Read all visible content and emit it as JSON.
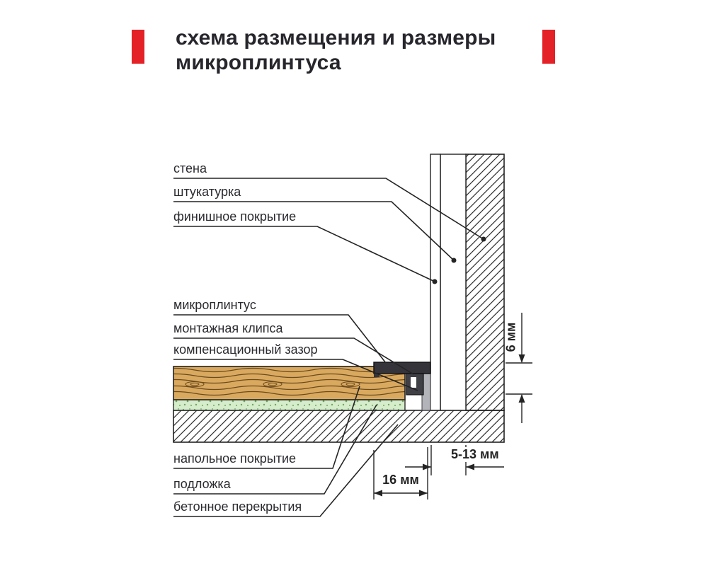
{
  "title": {
    "line1": "схема размещения и размеры",
    "line2": "микроплинтуса"
  },
  "diagram": {
    "labels": {
      "wall": "стена",
      "plaster": "штукатурка",
      "finish_coating": "финишное покрытие",
      "microplinth": "микроплинтус",
      "mounting_clip": "монтажная клипса",
      "expansion_gap": "компенсационный зазор",
      "floor_covering": "напольное покрытие",
      "underlay": "подложка",
      "concrete_slab": "бетонное перекрытия"
    },
    "dimensions": {
      "plinth_height": "6 мм",
      "wall_layer_thickness": "5-13 мм",
      "plinth_width": "16 мм"
    }
  },
  "colors": {
    "accent_red": "#e32126",
    "text_dark": "#26262c",
    "line": "#242424",
    "wood_fill": "#d9a95f",
    "wood_grain": "#6b4a1e",
    "underlay_fill": "#d5edcb",
    "underlay_dot": "#74a367",
    "plinth_dark": "#34343a",
    "background": "#ffffff"
  }
}
